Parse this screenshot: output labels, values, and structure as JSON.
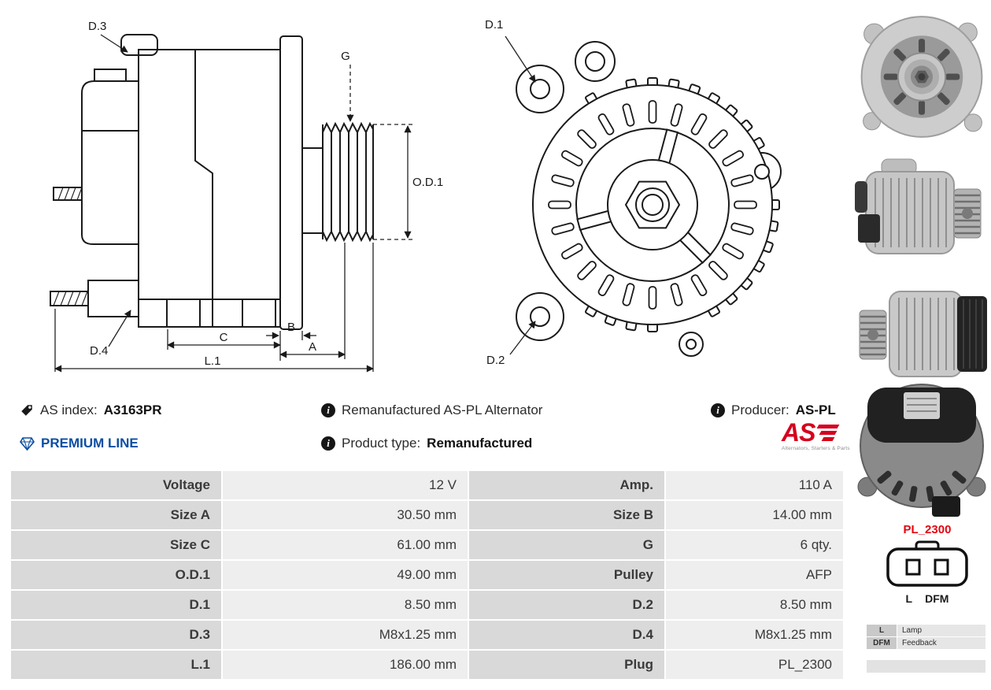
{
  "header": {
    "as_index_label": "AS index:",
    "as_index_value": "A3163PR",
    "premium_line": "PREMIUM LINE",
    "description": "Remanufactured AS-PL Alternator",
    "product_type_label": "Product type:",
    "product_type_value": "Remanufactured",
    "producer_label": "Producer:",
    "producer_value": "AS-PL"
  },
  "logo": {
    "brand": "AS",
    "tagline": "Alternators, Starters & Parts"
  },
  "diagram": {
    "side": {
      "d3": "D.3",
      "g": "G",
      "od1": "O.D.1",
      "d4": "D.4",
      "c": "C",
      "b": "B",
      "a": "A",
      "l1": "L.1"
    },
    "front": {
      "d1": "D.1",
      "d2": "D.2"
    }
  },
  "spec_table": {
    "rows": [
      {
        "label1": "Voltage",
        "value1": "12 V",
        "label2": "Amp.",
        "value2": "110 A"
      },
      {
        "label1": "Size A",
        "value1": "30.50 mm",
        "label2": "Size B",
        "value2": "14.00 mm"
      },
      {
        "label1": "Size C",
        "value1": "61.00 mm",
        "label2": "G",
        "value2": "6 qty."
      },
      {
        "label1": "O.D.1",
        "value1": "49.00 mm",
        "label2": "Pulley",
        "value2": "AFP"
      },
      {
        "label1": "D.1",
        "value1": "8.50 mm",
        "label2": "D.2",
        "value2": "8.50 mm"
      },
      {
        "label1": "D.3",
        "value1": "M8x1.25 mm",
        "label2": "D.4",
        "value2": "M8x1.25 mm"
      },
      {
        "label1": "L.1",
        "value1": "186.00 mm",
        "label2": "Plug",
        "value2": "PL_2300"
      }
    ]
  },
  "plug": {
    "name": "PL_2300",
    "pin_l": "L",
    "pin_dfm": "DFM",
    "legend": [
      {
        "pin": "L",
        "desc": "Lamp"
      },
      {
        "pin": "DFM",
        "desc": "Feedback"
      }
    ]
  }
}
